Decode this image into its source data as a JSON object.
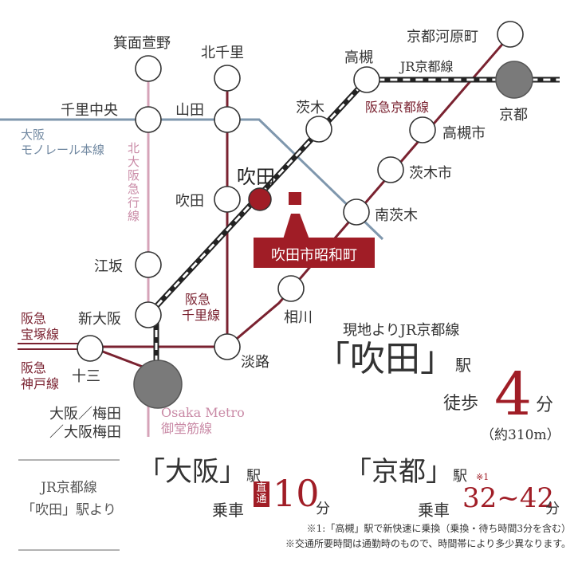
{
  "map": {
    "stations": {
      "minoh_kayano": "箕面萱野",
      "kita_senri": "北千里",
      "senri_chuo": "千里中央",
      "yamada": "山田",
      "suita_hankyu": "吹田",
      "esaka": "江坂",
      "shin_osaka": "新大阪",
      "juso": "十三",
      "awaji": "淡路",
      "aikawa": "相川",
      "ibaraki": "茨木",
      "takatsuki": "高槻",
      "kyoto_kawaramachi": "京都河原町",
      "kyoto": "京都",
      "takatsukishi": "高槻市",
      "ibarakishi": "茨木市",
      "minami_ibaraki": "南茨木",
      "suita_jr": "吹田",
      "osaka_umeda_line1": "大阪／梅田",
      "osaka_umeda_line2": "／大阪梅田"
    },
    "lines": {
      "monorail_1": "大阪",
      "monorail_2": "モノレール本線",
      "kita_osaka_kyuko": "北大阪急行線",
      "hankyu_senri_1": "阪急",
      "hankyu_senri_2": "千里線",
      "hankyu_takarazuka_1": "阪急",
      "hankyu_takarazuka_2": "宝塚線",
      "hankyu_kobe_1": "阪急",
      "hankyu_kobe_2": "神戸線",
      "hankyu_kyoto": "阪急京都線",
      "jr_kyoto": "JR京都線",
      "metro_1": "Osaka Metro",
      "metro_2": "御堂筋線"
    },
    "callout": "吹田市昭和町"
  },
  "access": {
    "intro": "現地よりJR京都線",
    "open_bracket": "「",
    "station": "吹田",
    "close_bracket": "」",
    "eki": "駅",
    "walk": "徒歩",
    "minutes": "4",
    "fun": "分",
    "distance": "（約310m）"
  },
  "travel": {
    "from_line": "JR京都線",
    "from_station": "「吹田」駅より",
    "osaka": {
      "open_bracket": "「",
      "name": "大阪",
      "close_bracket": "」",
      "eki": "駅",
      "ride": "乗車",
      "chokutsu": "直通",
      "minutes": "10",
      "fun": "分"
    },
    "kyoto": {
      "open_bracket": "「",
      "name": "京都",
      "close_bracket": "」",
      "eki": "駅",
      "note_mark": "※1",
      "ride": "乗車",
      "minutes": "32~42",
      "fun": "分"
    }
  },
  "notes": {
    "note1": "※1:「高槻」駅で新快速に乗換（乗換・待ち時間3分を含む）",
    "note2": "※交通所要時間は通勤時のもので、時間帯により多少異なります。"
  },
  "colors": {
    "hankyu": "#7a2230",
    "monorail": "#7f97ad",
    "kita_kyuko": "#d6a3b8",
    "accent": "#a01d26",
    "station_gray": "#7a7a7a",
    "jr_black": "#222222"
  }
}
